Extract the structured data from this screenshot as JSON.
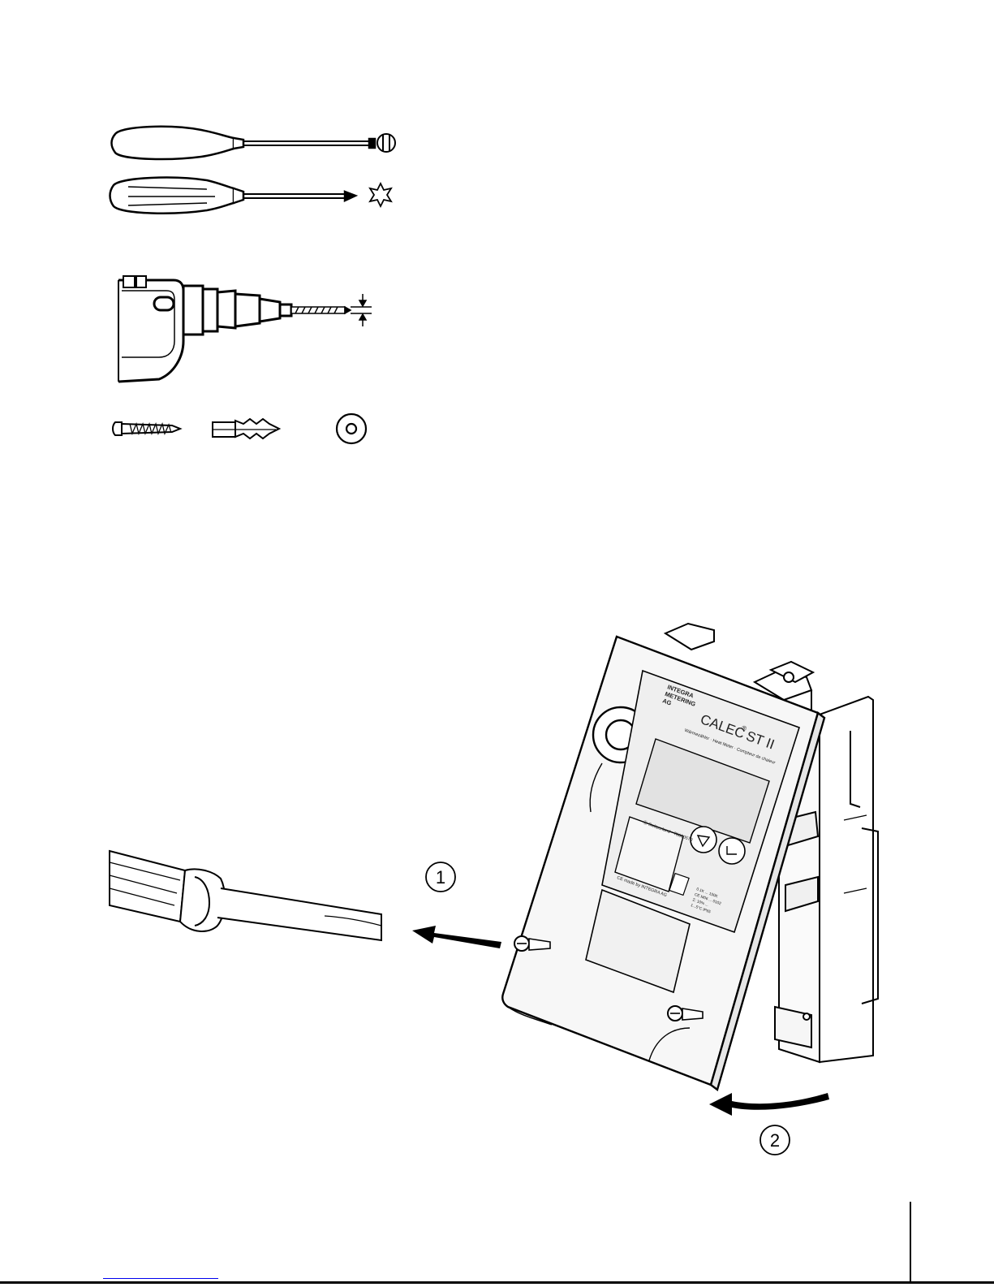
{
  "illustration": {
    "tools_icons": [
      "flat-screwdriver-icon",
      "torx-screwdriver-icon",
      "slot-screw-head-icon",
      "torx-head-icon",
      "drill-icon",
      "drill-bit-icon",
      "wood-screw-icon",
      "wall-plug-icon",
      "washer-icon"
    ],
    "device": {
      "brand_label": "CALEC",
      "brand_mark": "®",
      "model_label": "ST II",
      "subtitle": "Wärmezähler · Heat Meter · Compteur de chaleur",
      "logo_lines": [
        "INTEGRA",
        "METERING",
        "AG"
      ],
      "small_print_1": "Ⓒ Switzerland · 70600579",
      "small_print_2": "CE made by INTEGRA AG",
      "spec_lines": [
        "0.1K ... 150K",
        "CE M06 ... 0102",
        "Σ: 10% ...",
        "1...5°C  IP65"
      ]
    },
    "steps": [
      {
        "number": "1"
      },
      {
        "number": "2"
      }
    ]
  },
  "colors": {
    "ink": "#000000",
    "paper": "#ffffff",
    "device_face": "#f4f4f4",
    "display_panel": "#e8e8e8",
    "link": "#0000ee"
  }
}
